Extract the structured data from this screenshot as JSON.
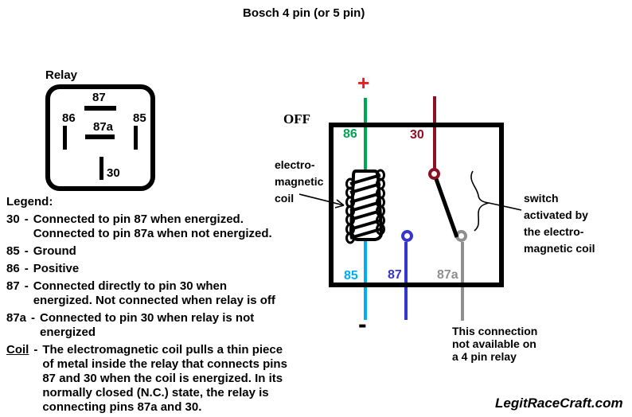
{
  "title": "Bosch 4 pin (or 5 pin)",
  "colors": {
    "green": "#00A651",
    "red": "#EC1C24",
    "maroon": "#8E1123",
    "cyan": "#00AEEF",
    "blue": "#3535CF",
    "gray": "#8F8F8F"
  },
  "relay_pinout": {
    "label": "Relay",
    "pin_top": "87",
    "pin_left": "86",
    "pin_center": "87a",
    "pin_right": "85",
    "pin_bottom": "30"
  },
  "legend": {
    "heading": "Legend:",
    "dash": "-",
    "items": [
      {
        "label": "30",
        "text": "Connected to pin 87 when energized.\nConnected to pin 87a when not energized."
      },
      {
        "label": "85",
        "text": "Ground"
      },
      {
        "label": "86",
        "text": "Positive"
      },
      {
        "label": "87",
        "text": "Connected directly to pin 30 when\nenergized. Not connected when relay is off"
      },
      {
        "label": "87a",
        "text": "Connected to pin 30 when relay is not\nenergized"
      },
      {
        "label": "Coil",
        "text": "The electromagnetic coil pulls a thin piece\nof metal inside the relay that connects pins\n87 and 30 when the coil is energized. In its\nnormally closed (N.C.) state, the relay is\nconnecting pins 87a and 30."
      }
    ]
  },
  "schematic": {
    "state_label": "OFF",
    "plus_sign": "+",
    "minus_sign": "-",
    "pin_86": "86",
    "pin_30": "30",
    "pin_85": "85",
    "pin_87": "87",
    "pin_87a": "87a",
    "coil_callout": "electro-\nmagnetic\ncoil",
    "switch_note": "switch\nactivated by\nthe electro-\nmagnetic coil",
    "connection_note": "This connection\nnot available on\na 4 pin relay"
  },
  "footer": {
    "brand": "LegitRaceCraft.com"
  }
}
